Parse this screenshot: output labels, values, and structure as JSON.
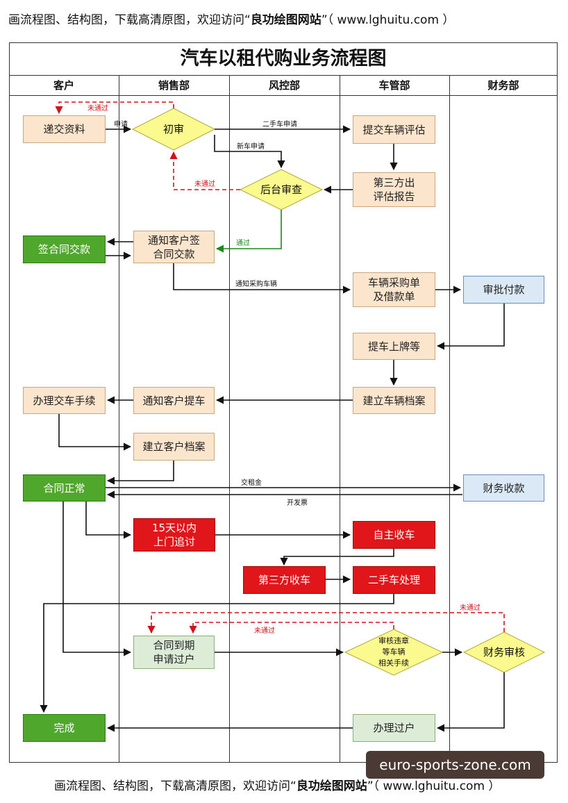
{
  "banner_top": {
    "prefix": "画流程图、结构图，下载高清原图，欢迎访问“",
    "brand": "良功绘图网站",
    "suffix": "”（ www.lghuitu.com ）"
  },
  "banner_bottom": {
    "prefix": "画流程图、结构图，下载高清原图，欢迎访问“",
    "brand": "良功绘图网站",
    "suffix": "”（ www.lghuitu.com ）"
  },
  "title": "汽车以租代购业务流程图",
  "lanes": [
    "客户",
    "销售部",
    "风控部",
    "车管部",
    "财务部"
  ],
  "nodes": {
    "submit_docs": "递交资料",
    "initial_review": "初审",
    "submit_eval": "提交车辆评估",
    "third_party_report": "第三方出\n评估报告",
    "backend_review": "后台审查",
    "sign_contract": "签合同交款",
    "notify_sign": "通知客户签\n合同交款",
    "purchase_order": "车辆采购单\n及借款单",
    "approve_payment": "审批付款",
    "pickup_plates": "提车上牌等",
    "vehicle_archive": "建立车辆档案",
    "notify_pickup": "通知客户提车",
    "handover": "办理交车手续",
    "customer_archive": "建立客户档案",
    "contract_normal": "合同正常",
    "finance_collect": "财务收款",
    "door_collection": "15天以内\n上门追讨",
    "self_recover": "自主收车",
    "third_recover": "第三方收车",
    "used_car": "二手车处理",
    "contract_expire": "合同到期\n申请过户",
    "review_violations": "审核违章\n等车辆\n相关手续",
    "finance_review": "财务审核",
    "complete": "完成",
    "transfer": "办理过户"
  },
  "edge_labels": {
    "not_passed": "未通过",
    "apply": "申请",
    "used_car_apply": "二手车申请",
    "new_car_apply": "新车申请",
    "passed": "通过",
    "notify_purchase": "通知采购车辆",
    "rent_payment": "交租金",
    "invoice": "开发票"
  },
  "watermark": "euro-sports-zone.com",
  "colors": {
    "line": "#111111",
    "reject": "#d0141a",
    "pass": "#1a8a1a"
  }
}
